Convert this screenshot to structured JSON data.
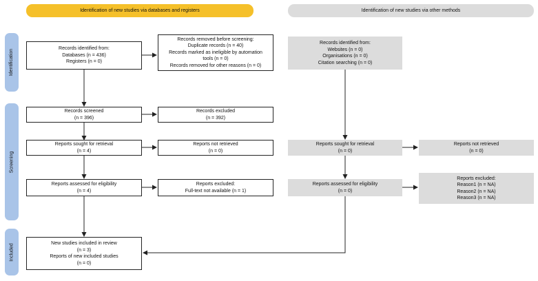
{
  "headers": {
    "databases": "Identification of new studies via databases and registers",
    "other_methods": "Identification of new studies via other methods"
  },
  "phases": {
    "identification": "Identification",
    "screening": "Screening",
    "included": "Included"
  },
  "boxes": {
    "records_identified": [
      "Records identified from:",
      "Databases (n = 436)",
      "Registers (n = 0)"
    ],
    "records_removed": [
      "Records removed before screening:",
      "Duplicate records (n = 40)",
      "Records marked as ineligible by automation",
      "tools (n = 0)",
      "Records removed for other reasons (n = 0)"
    ],
    "records_screened": [
      "Records screened",
      "(n = 396)"
    ],
    "records_excluded": [
      "Records excluded",
      "(n = 392)"
    ],
    "reports_sought": [
      "Reports sought for retrieval",
      "(n = 4)"
    ],
    "reports_not_retrieved": [
      "Reports not retrieved",
      "(n = 0)"
    ],
    "reports_assessed": [
      "Reports assessed for eligibility",
      "(n = 4)"
    ],
    "reports_excluded": [
      "Reports excluded:",
      "Full-text not available (n = 1)"
    ],
    "studies_included": [
      "New studies included in review",
      "(n = 3)",
      "Reports of new included studies",
      "(n = 0)"
    ],
    "other_identified": [
      "Records identified from:",
      "Websites (n = 0)",
      "Organisations (n = 0)",
      "Citation searching (n = 0)"
    ],
    "other_sought": [
      "Reports sought for retrieval",
      "(n = 0)"
    ],
    "other_not_retrieved": [
      "Reports not retrieved",
      "(n = 0)"
    ],
    "other_assessed": [
      "Reports assessed for eligibility",
      "(n = 0)"
    ],
    "other_excluded": [
      "Reports excluded:",
      "Reason1 (n = NA)",
      "Reason2 (n = NA)",
      "Reason3 (n = NA)"
    ]
  },
  "colors": {
    "main_header": "#f5c02a",
    "other_header": "#dcdcdc",
    "phase_bar": "#a9c4e8",
    "other_box": "#dcdcdc",
    "arrow": "#222222"
  }
}
